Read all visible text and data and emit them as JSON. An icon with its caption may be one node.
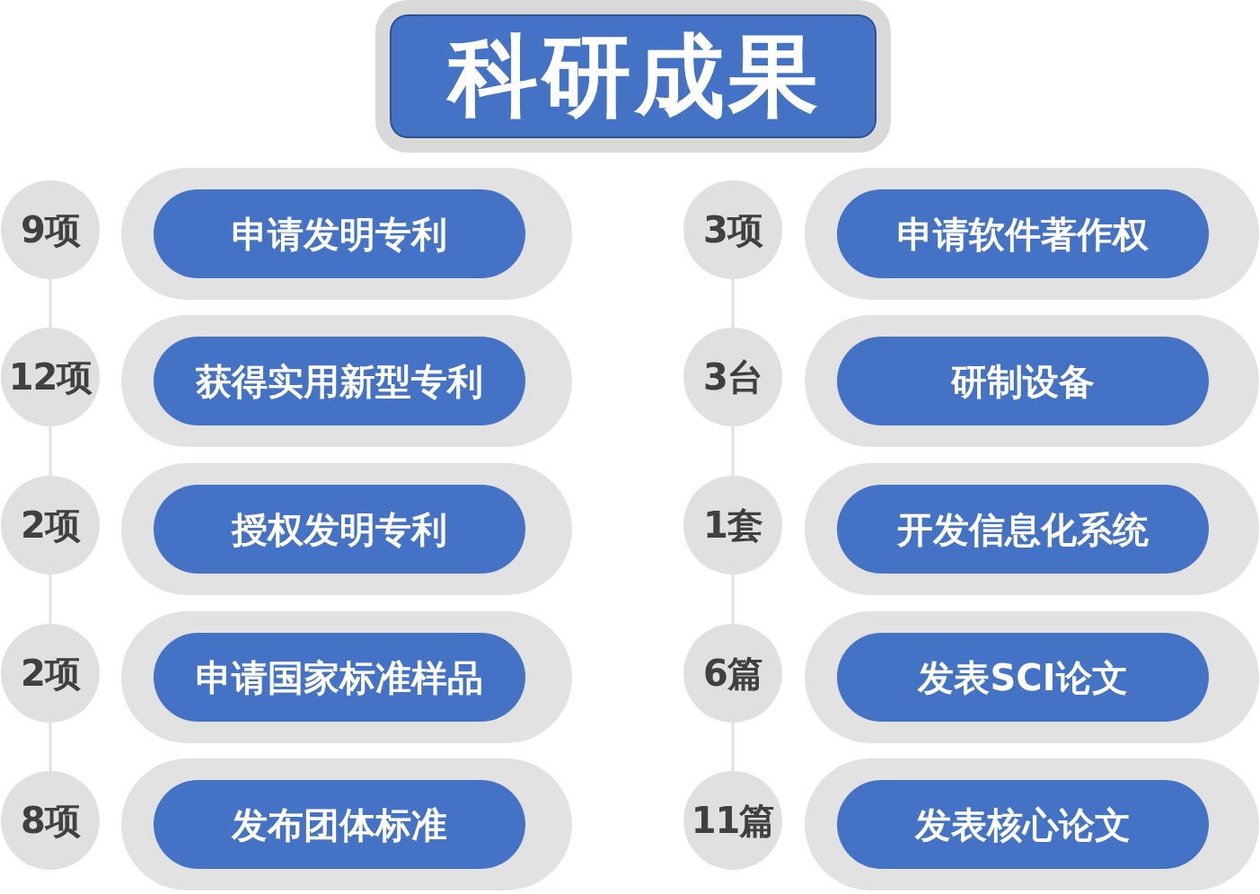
{
  "diagram": {
    "title": "科研成果",
    "nodes": [
      {
        "text": [
          "9项"
        ]
      },
      {
        "text": [
          "申请发明专利"
        ]
      },
      {
        "text": [
          "12项"
        ]
      },
      {
        "text": [
          "获得实用新型专利"
        ]
      },
      {
        "text": [
          "2项"
        ]
      },
      {
        "text": [
          "授权发明专利"
        ]
      },
      {
        "text": [
          "2项"
        ]
      },
      {
        "text": [
          "申请国家标准样品"
        ]
      },
      {
        "text": [
          "8项"
        ]
      },
      {
        "text": [
          "发布团体标准"
        ]
      },
      {
        "text": [
          "3项"
        ]
      },
      {
        "text": [
          "申请软件著作权"
        ]
      },
      {
        "text": [
          "3台"
        ]
      },
      {
        "text": [
          "研制设备"
        ]
      },
      {
        "text": [
          "1套"
        ]
      },
      {
        "text": [
          "开发信息化系统"
        ]
      },
      {
        "text": [
          "6篇"
        ]
      },
      {
        "text": [
          "发表SCI论文"
        ]
      },
      {
        "text": [
          "11篇"
        ]
      },
      {
        "text": [
          "发表核心论文"
        ]
      }
    ],
    "edges": [
      {
        "from": 0,
        "to": 2,
        "arrow": "none"
      },
      {
        "from": 2,
        "to": 4,
        "arrow": "none"
      },
      {
        "from": 4,
        "to": 6,
        "arrow": "none"
      },
      {
        "from": 6,
        "to": 8,
        "arrow": "none"
      },
      {
        "from": 10,
        "to": 12,
        "arrow": "none"
      },
      {
        "from": 12,
        "to": 14,
        "arrow": "none"
      },
      {
        "from": 14,
        "to": 16,
        "arrow": "none"
      },
      {
        "from": 16,
        "to": 18,
        "arrow": "none"
      }
    ]
  }
}
